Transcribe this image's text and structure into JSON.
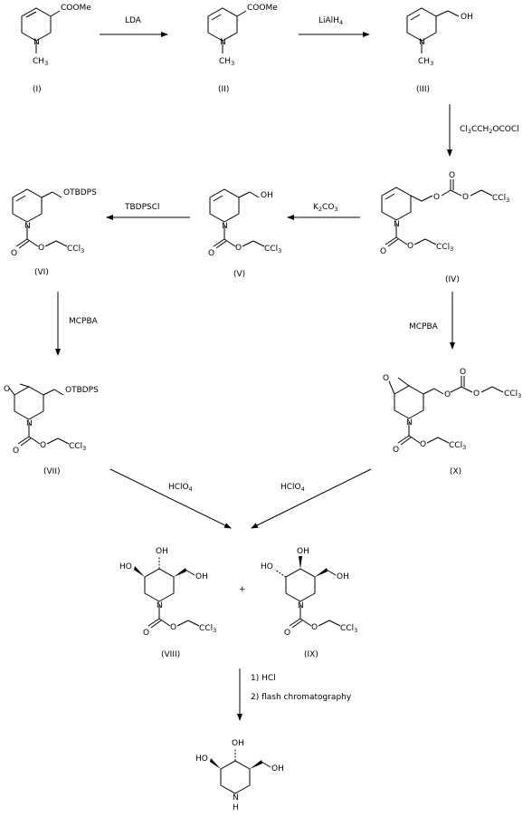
{
  "compounds": [
    {
      "id": "I",
      "label": "(I)",
      "groups": [
        "COOMe",
        "N",
        "CH3"
      ]
    },
    {
      "id": "II",
      "label": "(II)",
      "groups": [
        "COOMe",
        "N",
        "CH3"
      ]
    },
    {
      "id": "III",
      "label": "(III)",
      "groups": [
        "OH",
        "N",
        "CH3"
      ]
    },
    {
      "id": "IV",
      "label": "(IV)",
      "groups": [
        "O",
        "O",
        "O",
        "CCl3",
        "N",
        "O",
        "O",
        "CCl3"
      ]
    },
    {
      "id": "V",
      "label": "(V)",
      "groups": [
        "OH",
        "N",
        "O",
        "O",
        "CCl3"
      ]
    },
    {
      "id": "VI",
      "label": "(VI)",
      "groups": [
        "OTBDPS",
        "N",
        "O",
        "O",
        "CCl3"
      ]
    },
    {
      "id": "VII",
      "label": "(VII)",
      "groups": [
        "O",
        "OTBDPS",
        "N",
        "O",
        "O",
        "CCl3"
      ]
    },
    {
      "id": "X",
      "label": "(X)",
      "groups": [
        "O",
        "O",
        "O",
        "O",
        "CCl3",
        "N",
        "O",
        "O",
        "CCl3"
      ]
    },
    {
      "id": "VIII",
      "label": "(VIII)",
      "groups": [
        "OH",
        "HO",
        "OH",
        "N",
        "O",
        "O",
        "CCl3"
      ]
    },
    {
      "id": "IX",
      "label": "(IX)",
      "groups": [
        "OH",
        "HO",
        "OH",
        "N",
        "O",
        "O",
        "CCl3"
      ]
    },
    {
      "id": "final",
      "label": "",
      "groups": [
        "OH",
        "HO",
        "OH",
        "N",
        "H"
      ]
    }
  ],
  "reagents": {
    "lda": "LDA",
    "lialh4": "LiAlH4",
    "troc_cl": "Cl3CCH2OCOCl",
    "k2co3": "K2CO3",
    "tbdpscl": "TBDPSCl",
    "mcpba_left": "MCPBA",
    "mcpba_right": "MCPBA",
    "hclo4_left": "HClO4",
    "hclo4_right": "HClO4",
    "hcl": "1) HCl",
    "flash": "2) flash chromatography"
  },
  "plus_sign": "+"
}
